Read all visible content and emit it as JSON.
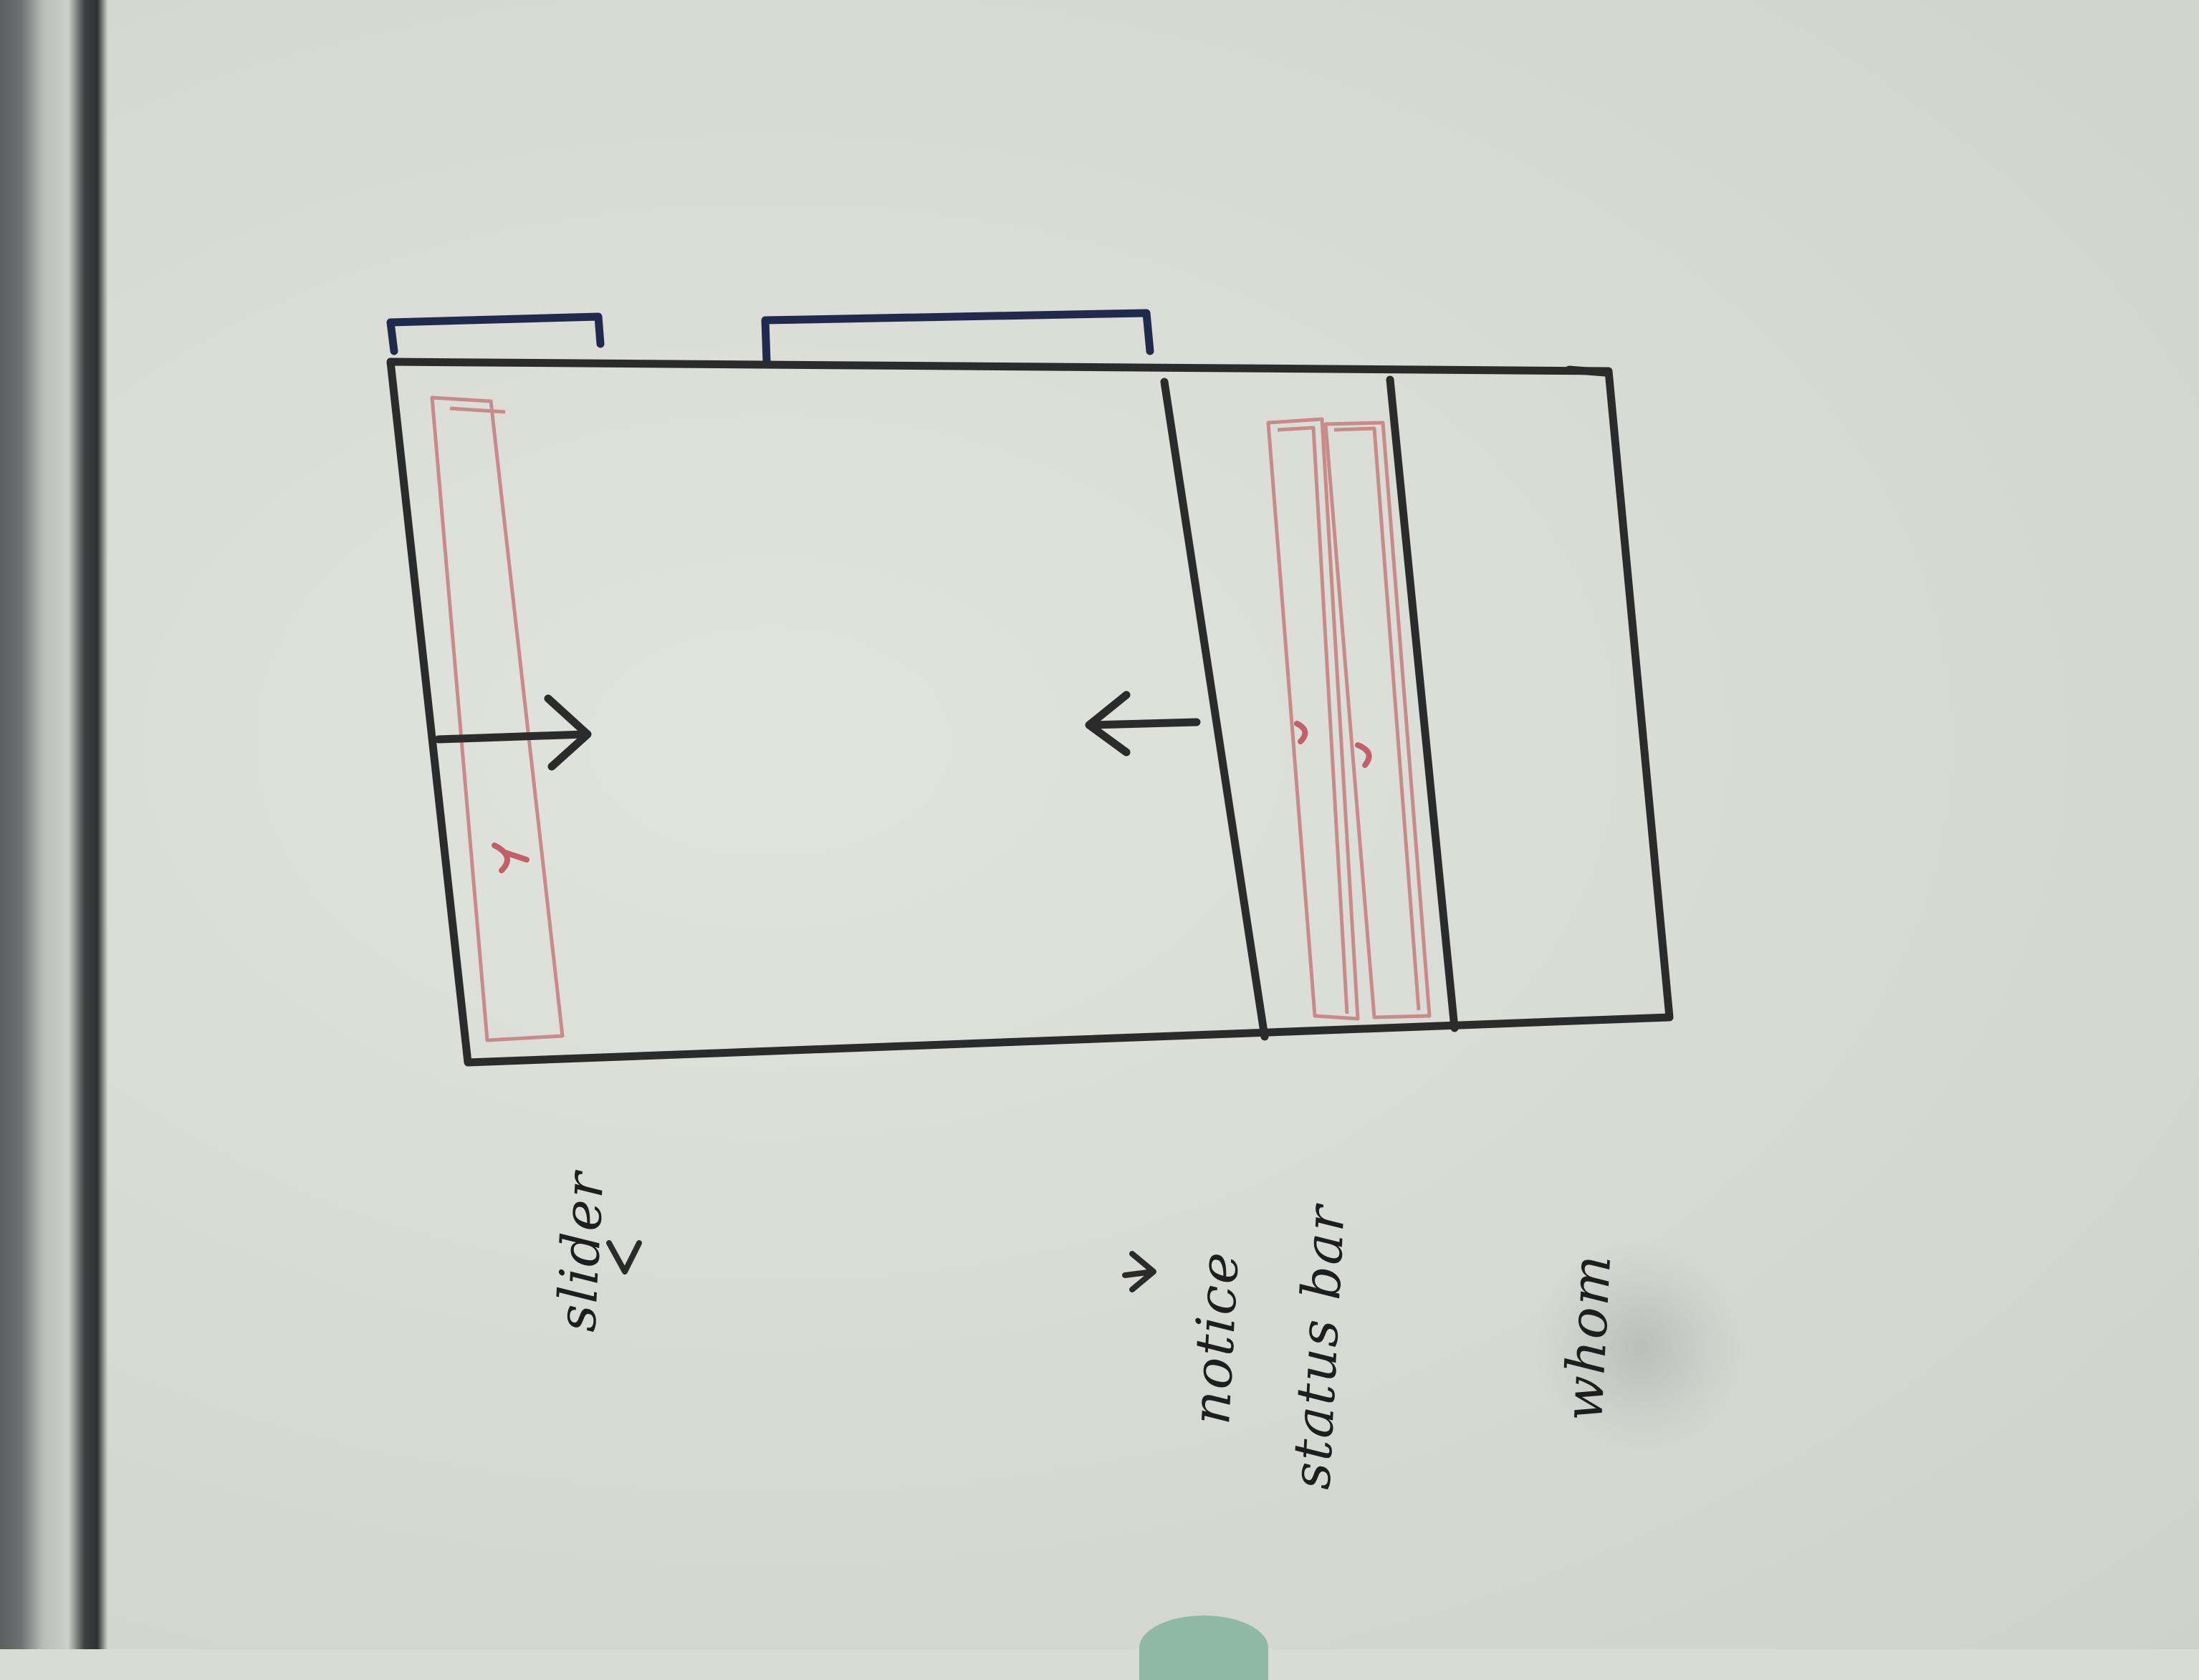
{
  "labels": {
    "sidebar": "slider",
    "middle": "notice",
    "middle_2": "status bar",
    "right": "whom"
  },
  "colors": {
    "ink": "#2b2b2b",
    "bracket": "#1f2a4d",
    "highlight": "#c98a8a",
    "board": "#d9dcd5"
  },
  "icons": [
    "arrow-right-icon",
    "arrow-left-icon",
    "arrow-down-icon",
    "arrow-up-icon"
  ]
}
